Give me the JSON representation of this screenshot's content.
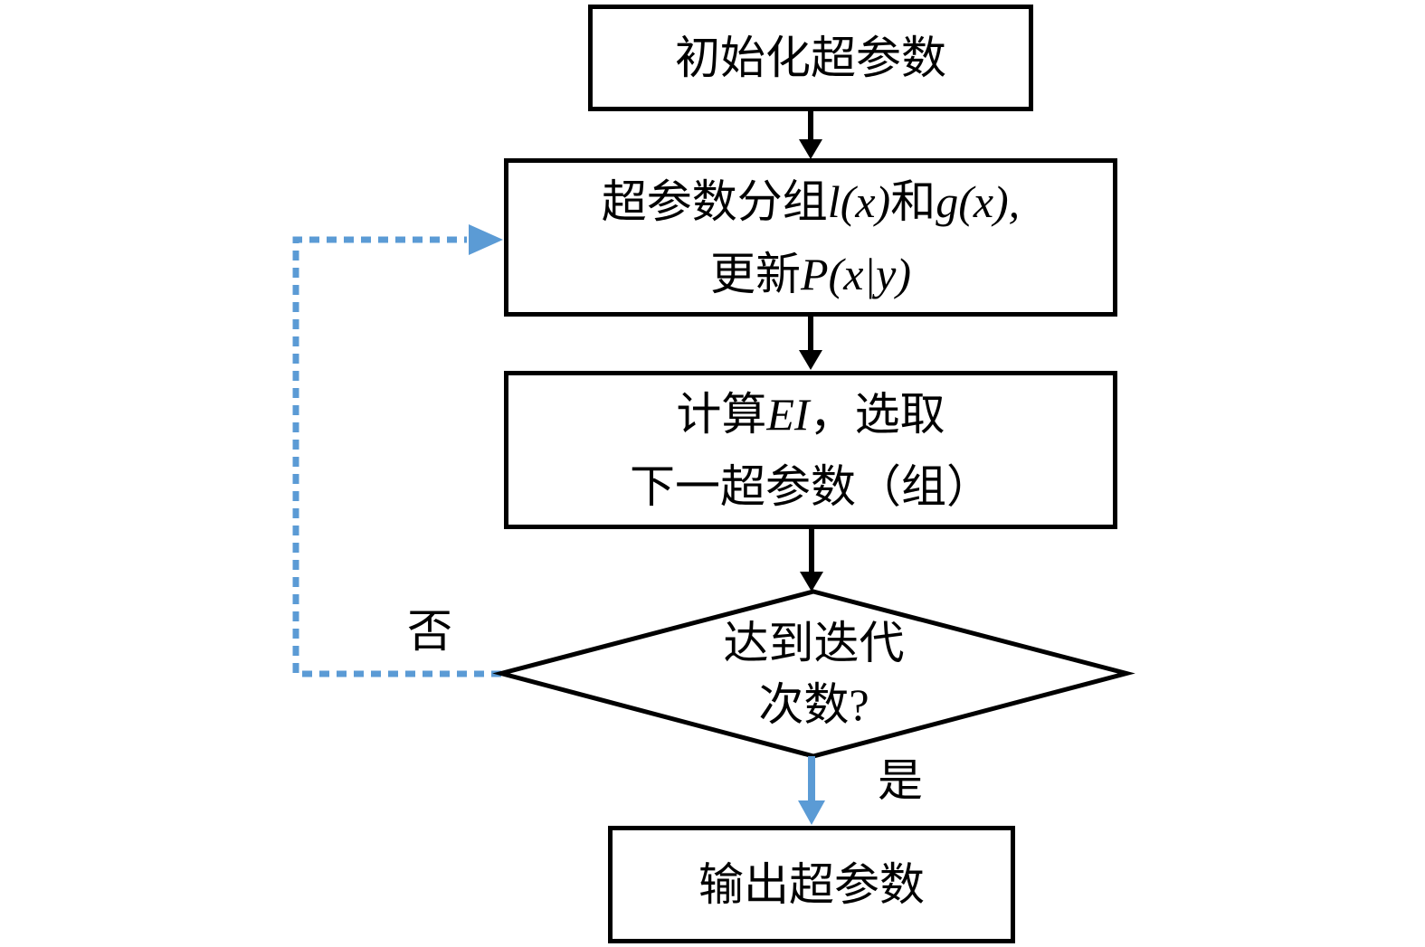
{
  "flowchart": {
    "background": "#ffffff",
    "colors": {
      "node_border": "#000000",
      "text": "#000000",
      "flow_arrow": "#000000",
      "loop_accent_blue": "#5B9BD5"
    },
    "nodes": {
      "init": {
        "label": "初始化超参数"
      },
      "group": {
        "line1_a": "超参数分组",
        "line1_b": "l(x)",
        "line1_c": "和",
        "line1_d": "g(x),",
        "line2_a": "更新",
        "line2_b": "P(x|y)"
      },
      "ei": {
        "line1_a": "计算",
        "line1_b": "EI",
        "line1_c": "，选取",
        "line2": "下一超参数（组）"
      },
      "decision": {
        "line1": "达到迭代",
        "line2": "次数?"
      },
      "output": {
        "label": "输出超参数"
      }
    },
    "edge_labels": {
      "no": "否",
      "yes": "是"
    }
  }
}
